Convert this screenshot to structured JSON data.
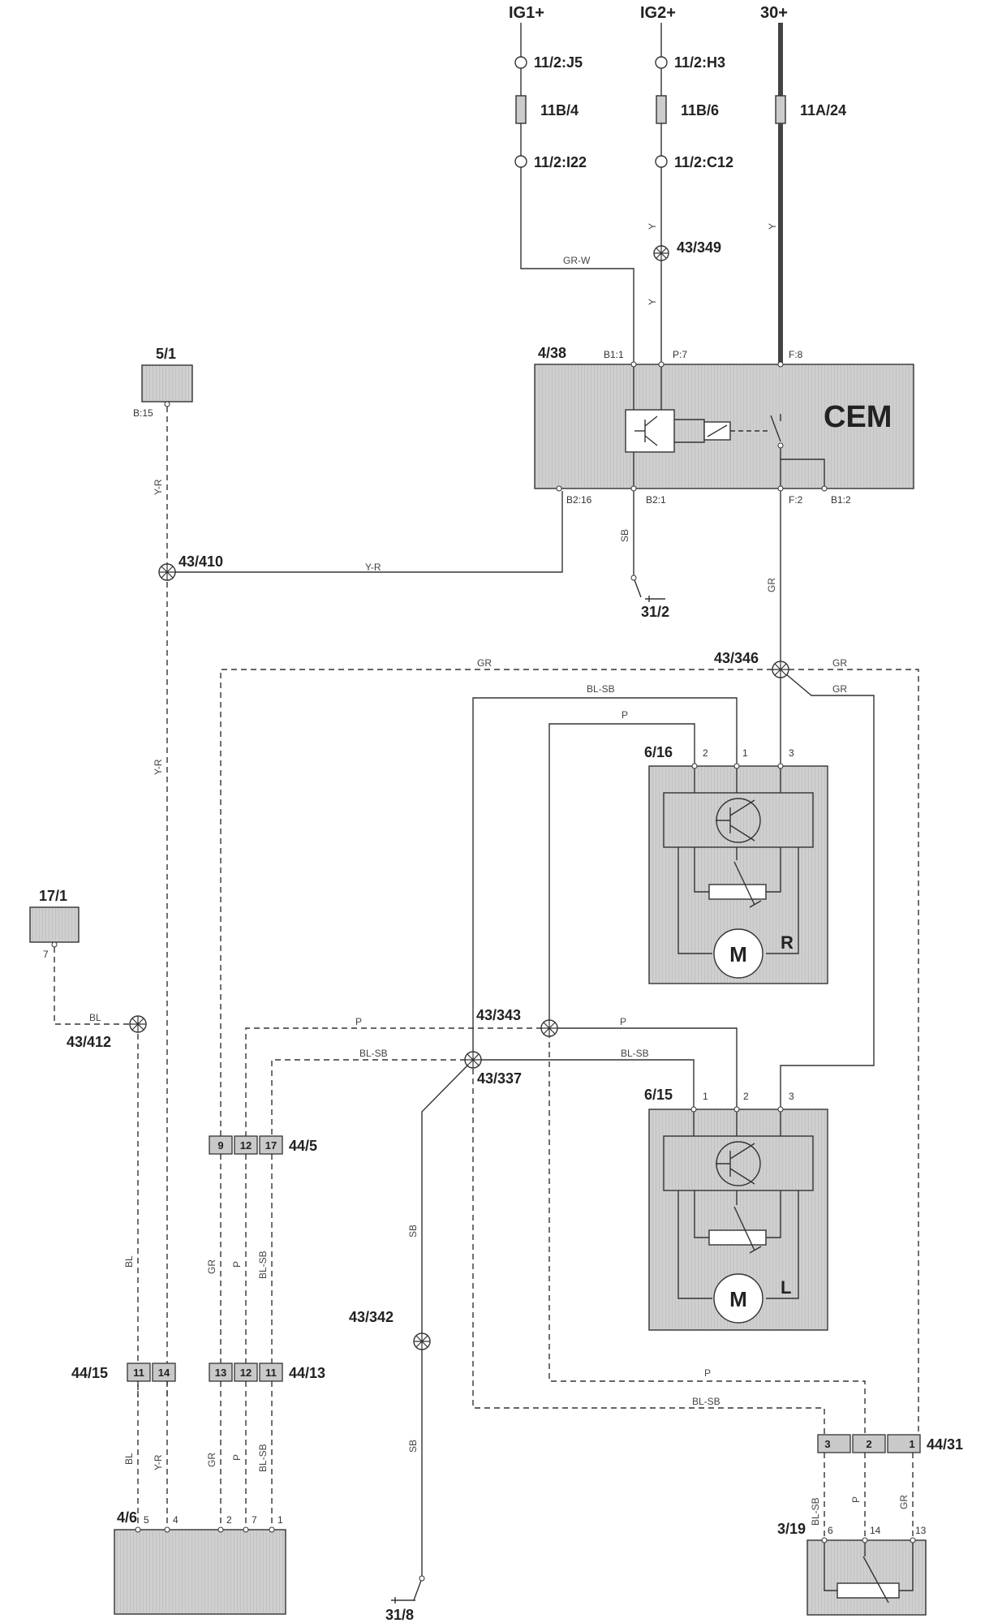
{
  "supplies": {
    "ig1": "IG1+",
    "ig2": "IG2+",
    "b30": "30+"
  },
  "fuse_points": {
    "ig1_top": "11/2:J5",
    "ig1_fuse": "11B/4",
    "ig1_bot": "11/2:I22",
    "ig2_top": "11/2:H3",
    "ig2_fuse": "11B/6",
    "ig2_bot": "11/2:C12",
    "b30_fuse": "11A/24"
  },
  "components": {
    "cem": {
      "ref": "4/38",
      "name": "CEM",
      "pins": {
        "b11": "B1:1",
        "p7": "P:7",
        "f8": "F:8",
        "b216": "B2:16",
        "b21": "B2:1",
        "f2": "F:2",
        "b12": "B1:2"
      }
    },
    "c51": {
      "ref": "5/1",
      "pin": "B:15"
    },
    "c171": {
      "ref": "17/1",
      "pin": "7"
    },
    "m616": {
      "ref": "6/16",
      "side": "R",
      "motor": "M",
      "pins": [
        "2",
        "1",
        "3"
      ]
    },
    "m615": {
      "ref": "6/15",
      "side": "L",
      "motor": "M",
      "pins": [
        "1",
        "2",
        "3"
      ]
    },
    "c46": {
      "ref": "4/6",
      "pins": [
        "5",
        "4",
        "2",
        "7",
        "1"
      ]
    },
    "c319": {
      "ref": "3/19",
      "pins": [
        "6",
        "14",
        "13"
      ]
    }
  },
  "splices": {
    "s349": "43/349",
    "s410": "43/410",
    "s346": "43/346",
    "s343": "43/343",
    "s337": "43/337",
    "s412": "43/412",
    "s342": "43/342"
  },
  "grounds": {
    "g312": "31/2",
    "g318": "31/8"
  },
  "connectors": {
    "c445": {
      "ref": "44/5",
      "cells": [
        "9",
        "12",
        "17"
      ]
    },
    "c4415": {
      "ref": "44/15",
      "cells": [
        "11",
        "14"
      ]
    },
    "c4413": {
      "ref": "44/13",
      "cells": [
        "13",
        "12",
        "11"
      ]
    },
    "c4431": {
      "ref": "44/31",
      "cells": [
        "3",
        "2",
        "1"
      ]
    }
  },
  "wire_colors": {
    "y": "Y",
    "grw": "GR-W",
    "sb": "SB",
    "yr": "Y-R",
    "gr": "GR",
    "blsb": "BL-SB",
    "p": "P",
    "bl": "BL"
  }
}
